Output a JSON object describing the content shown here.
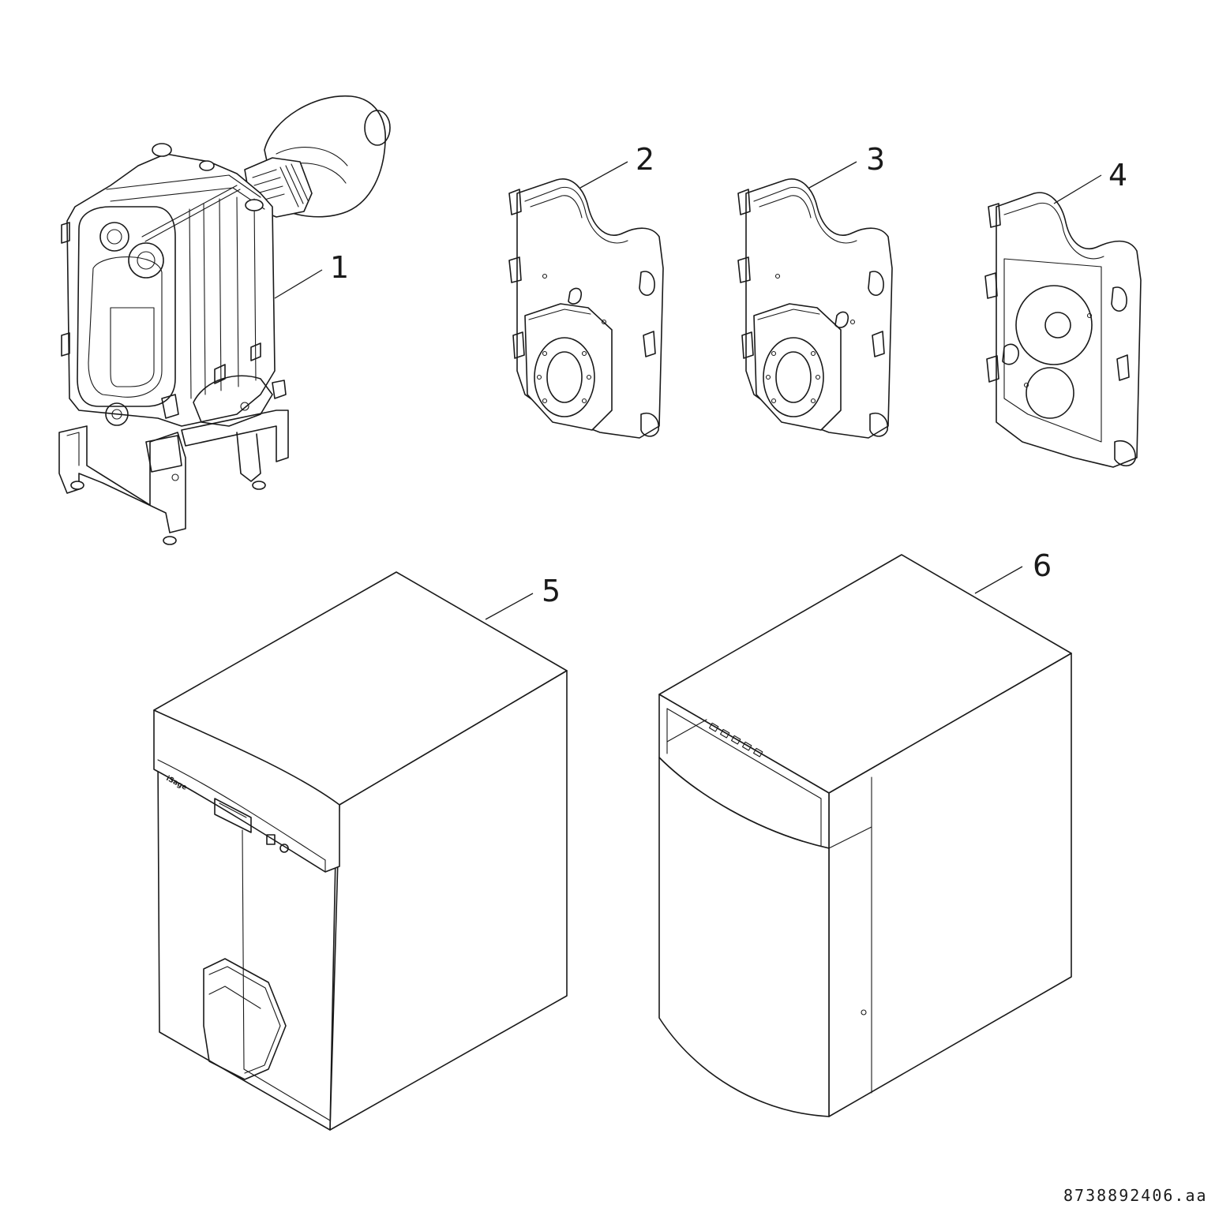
{
  "callouts": [
    {
      "id": "1",
      "label": "1"
    },
    {
      "id": "2",
      "label": "2"
    },
    {
      "id": "3",
      "label": "3"
    },
    {
      "id": "4",
      "label": "4"
    },
    {
      "id": "5",
      "label": "5"
    },
    {
      "id": "6",
      "label": "6"
    }
  ],
  "panel_brand": "iSage",
  "drawing_number": "8738892406.aa",
  "line_color": "#1a1a1a",
  "background_color": "#ffffff"
}
